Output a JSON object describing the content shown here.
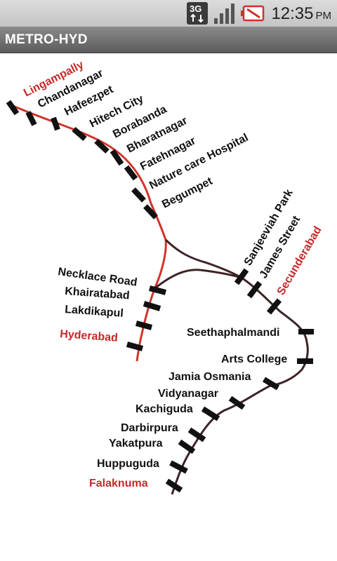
{
  "status": {
    "network": "3G",
    "time": "12:35",
    "ampm": "PM",
    "icons": [
      "3g-data-icon",
      "signal-strength-icon",
      "battery-alert-icon"
    ]
  },
  "app": {
    "title": "METRO-HYD"
  },
  "map": {
    "colors": {
      "red_line": "#d0342c",
      "brown_line": "#3d2326",
      "terminus_text": "#c62828",
      "station_text": "#111111",
      "tick": "#111111"
    },
    "stations": {
      "lingampally": "Lingampally",
      "chandanagar": "Chandanagar",
      "hafeezpet": "Hafeezpet",
      "hitech_city": "Hitech City",
      "borabanda": "Borabanda",
      "bharatnagar": "Bharatnagar",
      "fatehnagar": "Fatehnagar",
      "nature_care": "Nature care Hospital",
      "begumpet": "Begumpet",
      "sanjeeviah_park": "Sanjeeviah Park",
      "james_street": "James Street",
      "secunderabad": "Secunderabad",
      "necklace_road": "Necklace Road",
      "khairatabad": "Khairatabad",
      "lakdikapul": "Lakdikapul",
      "hyderabad": "Hyderabad",
      "seethaphalmandi": "Seethaphalmandi",
      "arts_college": "Arts College",
      "jamia_osmania": "Jamia Osmania",
      "vidyanagar": "Vidyanagar",
      "kachiguda": "Kachiguda",
      "darbirpura": "Darbirpura",
      "yakatpura": "Yakatpura",
      "huppuguda": "Huppuguda",
      "falaknuma": "Falaknuma"
    }
  }
}
